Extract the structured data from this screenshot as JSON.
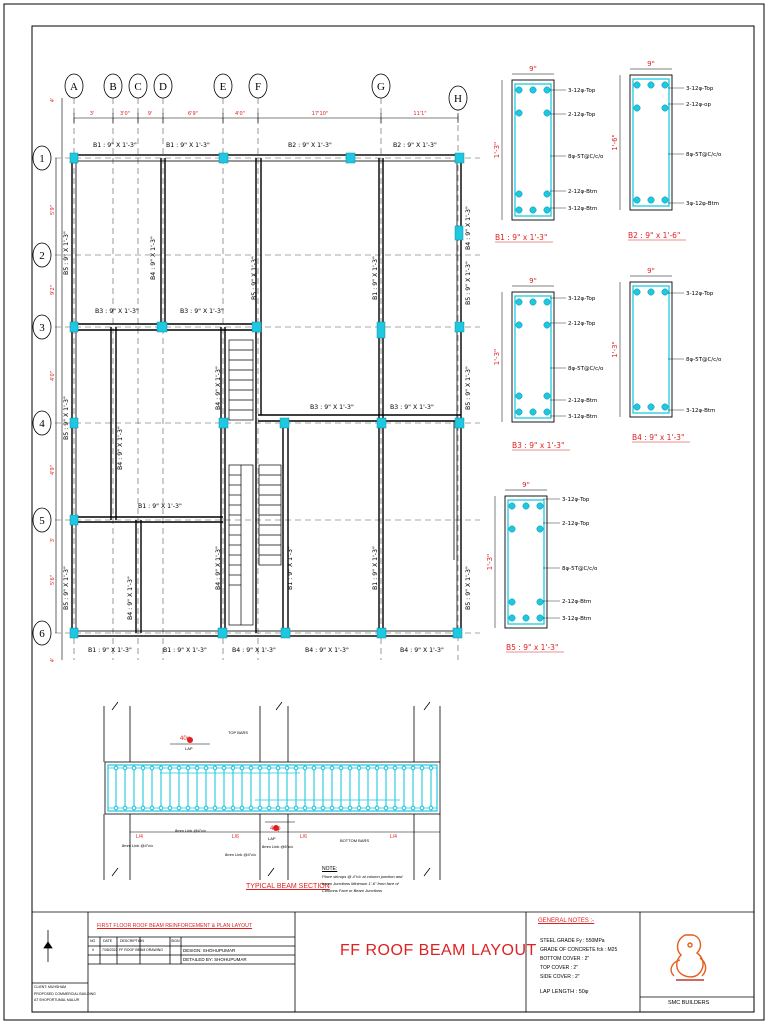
{
  "plan": {
    "col_labels": [
      "A",
      "B",
      "C",
      "D",
      "E",
      "F",
      "G",
      "H"
    ],
    "row_labels": [
      "1",
      "2",
      "3",
      "4",
      "5",
      "6"
    ],
    "top_dims": [
      "3'",
      "3'0\"",
      "9'",
      "6'9\"",
      "4'0\"",
      "17'10\"",
      "11'1\""
    ],
    "left_dims": [
      "4'",
      "5'9\"",
      "9'2\"",
      "4'0\"",
      "4'9\"",
      "3'",
      "5'6\"",
      "4'"
    ],
    "beam_labels": {
      "top_b1a": "B1 : 9\" X 1'-3\"",
      "top_b1b": "B1 : 9\" X 1'-3\"",
      "top_b2a": "B2 : 9\" X 1'-3\"",
      "top_b2b": "B2 : 9\" X 1'-3\"",
      "b3a": "B3 : 9\" X 1'-3\"",
      "b3b": "B3 : 9\" X 1'-3\"",
      "b3c": "B3 : 9\" X 1'-3\"",
      "b3d": "B3 : 9\" X 1'-3\"",
      "b1mid": "B1 : 9\" X 1'-3\"",
      "bot_b1a": "B1 : 9\" X 1'-3\"",
      "bot_b1b": "B1 : 9\" X 1'-3\"",
      "bot_b4a": "B4 : 9\" X 1'-3\"",
      "bot_b4b": "B4 : 9\" X 1'-3\"",
      "bot_b4c": "B4 : 9\" X 1'-3\"",
      "v_b5a": "B5 : 9\" X 1'-3\"",
      "v_b5b": "B5 : 9\" X 1'-3\"",
      "v_b5c": "B5 : 9\" X 1'-3\"",
      "v_b5d": "B5 : 9\" X 1'-3\"",
      "v_b5e": "B5 : 9\" X 1'-3\"",
      "v_b5f": "B5 : 9\" X 1'-3\"",
      "v_b4a": "B4 : 9\" X 1'-3\"",
      "v_b4b": "B4 : 9\" X 1'-3\"",
      "v_b4c": "B4 : 9\" X 1'-3\"",
      "v_b1a": "B1 : 9\" X 1'-3\"",
      "v_b1b": "B1 : 9\" X 1'-3\"",
      "v_b1c": "B1 : 9\" X 1'-3\"",
      "v_b5g": "B5 : 9\" X 1'-3\"",
      "v_b4d": "B4 : 9\" X 1'-3\"",
      "v_b4e": "B4 : 9\" X 1'-3\"",
      "v_b4f": "B4 : 9\" X 1'-3\""
    }
  },
  "sections": [
    {
      "id": "B1",
      "width": "9\"",
      "depth": "1'-3\"",
      "title": "B1 : 9\" x 1'-3\"",
      "notes": [
        "3-12φ-Top",
        "2-12φ-Top",
        "8φ-5T@C/c/o",
        "2-12φ-Btm",
        "3-12φ-Btm"
      ]
    },
    {
      "id": "B2",
      "width": "9\"",
      "depth": "1'-6\"",
      "title": "B2 : 9\" x 1'-6\"",
      "notes": [
        "3-12φ-Top",
        "2-12φ-op",
        "8φ-5T@C/c/o",
        "3φ-12φ-Btm"
      ]
    },
    {
      "id": "B3",
      "width": "9\"",
      "depth": "1'-3\"",
      "title": "B3 : 9\" x 1'-3\"",
      "notes": [
        "3-12φ-Top",
        "2-12φ-Top",
        "8φ-5T@C/c/o",
        "2-12φ-Btm",
        "3-12φ-Btm"
      ]
    },
    {
      "id": "B4",
      "width": "9\"",
      "depth": "1'-3\"",
      "title": "B4 : 9\" x 1'-3\"",
      "notes": [
        "3-12φ-Top",
        "8φ-5T@C/c/o",
        "3-12φ-Btm"
      ]
    },
    {
      "id": "B5",
      "width": "9\"",
      "depth": "1'-3\"",
      "title": "B5 : 9\" x 1'-3\"",
      "notes": [
        "3-12φ-Top",
        "2-12φ-Top",
        "8φ-5T@C/c/o",
        "2-12φ-Btm",
        "3-12φ-Btm"
      ]
    }
  ],
  "typical": {
    "title": "TYPICAL BEAM SECTION",
    "top_bars": "TOP BARS",
    "bottom_bars": "BOTTOM BARS",
    "lap_top": "40φ",
    "lap_top_sub": "LAP",
    "lap_bot": "40φ",
    "lap_bot_sub": "LAP",
    "l4": "L/4",
    "l6": "L/6",
    "ring1": "8mm Link @4\"c/c",
    "ring2": "8mm Link @4\"c/c",
    "ring3": "8mm Link @4\"c/c",
    "ring4": "8mm Link @6\"c/c",
    "note_head": "NOTE:",
    "note_lines": [
      "Place stirrups @ 4\"c/c at column junction and",
      "beam Junctions Minimum 1'-6\" from face of",
      "Columns Face or Beam Junctions"
    ]
  },
  "title_block": {
    "sheet_title": "FIRST FLOOR ROOF BEAM REINFORCEMENT & PLAN LAYOUT",
    "table_headers": [
      "NO",
      "DATE",
      "DESCRIPTION",
      "SIGN"
    ],
    "row1": [
      "0",
      "7/08/2022",
      "FF ROOF BEAM DRAWING",
      ""
    ],
    "design": "DESIGN: SHOHUPUMAR",
    "detailed": "DETAILED BY: SHOHUPUMAR",
    "client": "CLIENT: MUHSHAM",
    "proposed_1": "PROPOSED COMMERCIAL BUILDING",
    "proposed_2": "AT SHOPORTUMAL MALUR",
    "main_title": "FF ROOF BEAM LAYOUT",
    "notes_head": "GENERAL NOTES :-",
    "notes": [
      "STEEL GRADE   Fy : 550MPa",
      "GRADE OF CONCRETE fck : M25",
      "BOTTOM COVER : 2\"",
      "TOP COVER : 2\"",
      "SIDE COVER : 2\"",
      "LAP LENGTH : 50φ"
    ],
    "company": "SMC BUILDERS"
  },
  "colors": {
    "cyan": "#1ec8e0",
    "red": "#e02020",
    "line": "#000000"
  }
}
